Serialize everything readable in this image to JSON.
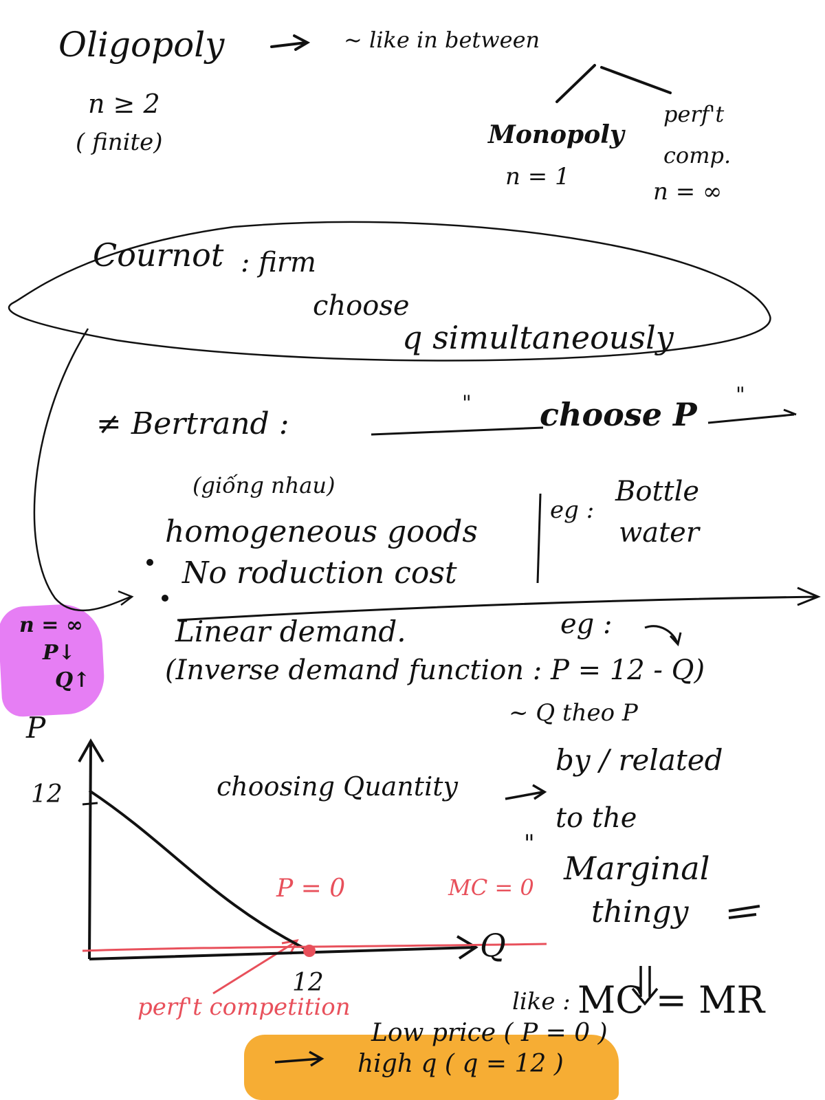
{
  "top": {
    "title": "Oligopoly",
    "desc": "~ like in between",
    "n_cond": "n ≥ 2",
    "finite": "( finite)",
    "monopoly": "Monopoly",
    "monopoly_n": "n = 1",
    "perfect": "perf't",
    "perfect2": "comp.",
    "perfect_n": "n = ∞"
  },
  "cournot": {
    "title": "Cournot",
    "firm": ": firm",
    "choose": "choose",
    "simul": "q simultaneously"
  },
  "bertrand": {
    "label": "≠ Bertrand :",
    "ditto": "\"",
    "choose_p": "choose P",
    "ditto2": "\""
  },
  "assumptions": {
    "note": "(giống nhau)",
    "homog": "homogeneous goods",
    "noprod": "No roduction cost",
    "eg": "eg :",
    "bottle": "Bottle",
    "water": "water"
  },
  "pink": {
    "l1": "n = ∞",
    "l2": "P↓",
    "l3": "Q↑"
  },
  "demand": {
    "linear": "Linear demand.",
    "eg": "eg :",
    "inverse": "(Inverse demand function : P = 12 - Q)",
    "note": "~ Q theo P"
  },
  "graph": {
    "p_axis": "P",
    "q_axis": "Q",
    "y_tick": "12",
    "x_tick": "12",
    "p_zero": "P = 0",
    "mc_zero": "MC = 0",
    "perfect_comp": "perf't competition",
    "intercept_p": 12,
    "intercept_q": 12
  },
  "right": {
    "choosing": "choosing Quantity",
    "by": "by / related",
    "to_the": "to the",
    "ditto": "\"",
    "marginal": "Marginal",
    "thingy": "thingy",
    "like": "like :",
    "mc_mr": "MC = MR"
  },
  "bottom": {
    "arrow": "⟹",
    "low": "Low price ( P = 0 )",
    "high": "high q ( q = 12 )"
  }
}
